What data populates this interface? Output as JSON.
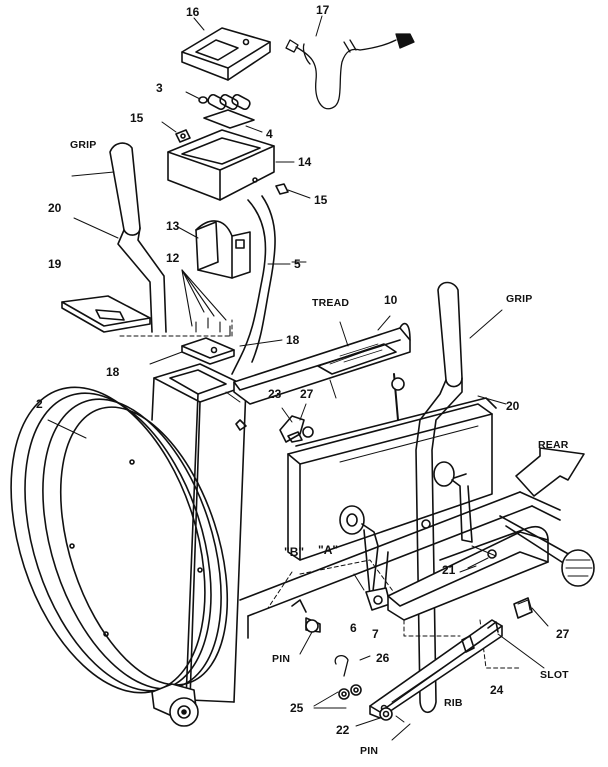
{
  "labels": {
    "p16": "16",
    "p17": "17",
    "p3": "3",
    "p15a": "15",
    "p4": "4",
    "grip_left": "GRIP",
    "p14": "14",
    "p15b": "15",
    "p20a": "20",
    "p13": "13",
    "p12": "12",
    "p5": "5",
    "p19": "19",
    "tread": "TREAD",
    "p10": "10",
    "grip_right": "GRIP",
    "p18a": "18",
    "p18b": "18",
    "p2": "2",
    "p23": "23",
    "p27a": "27",
    "p20b": "20",
    "rear": "REAR",
    "b_mark": "\"B\"",
    "a_mark": "\"A\"",
    "p21": "21",
    "p6": "6",
    "p7": "7",
    "p27b": "27",
    "pin_a": "PIN",
    "p26": "26",
    "slot": "SLOT",
    "p25": "25",
    "rib": "RIB",
    "p24": "24",
    "p22": "22",
    "pin_b": "PIN"
  }
}
